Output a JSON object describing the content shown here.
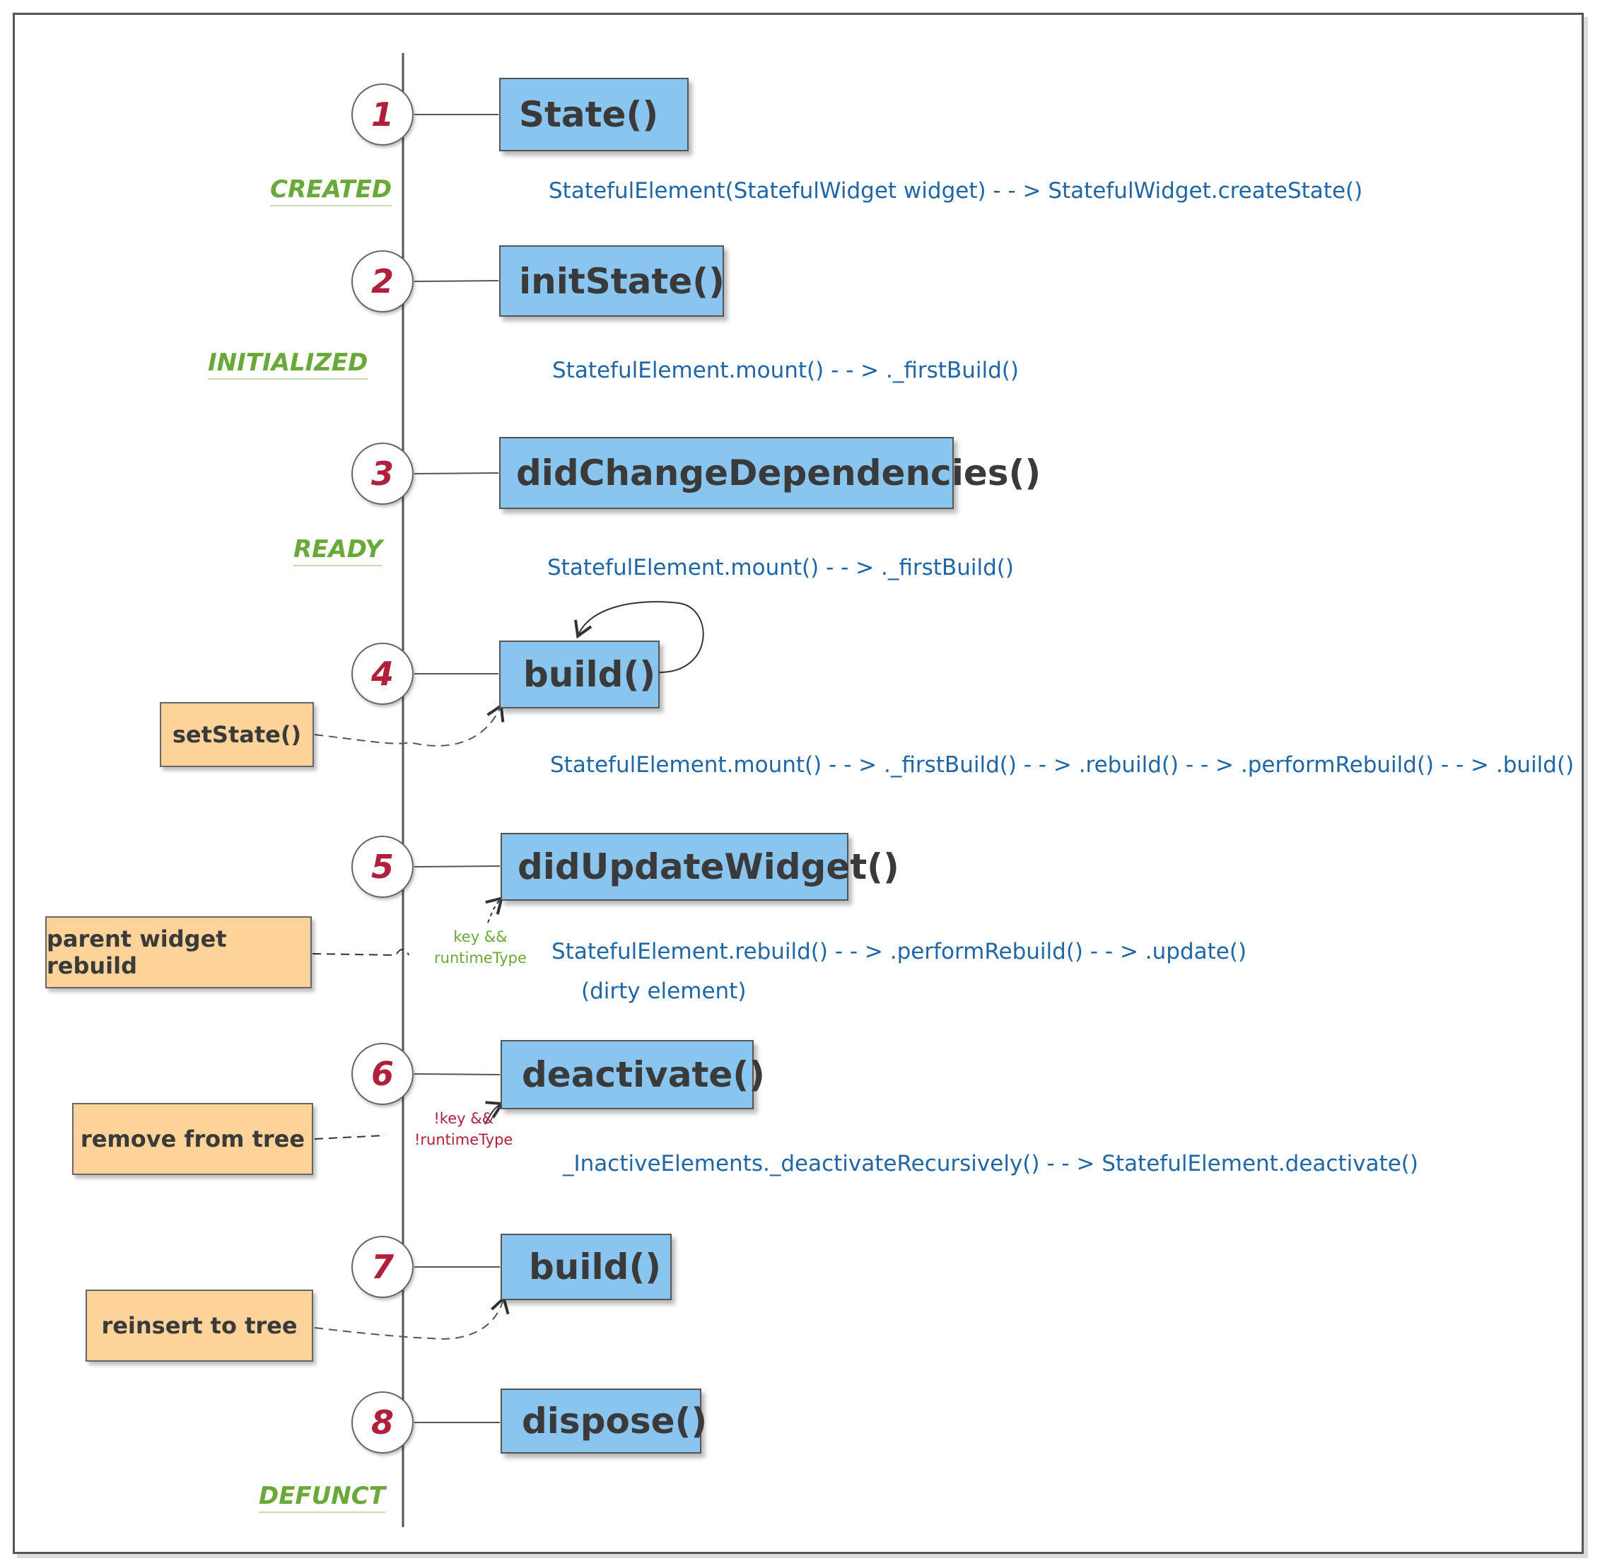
{
  "steps": [
    "1",
    "2",
    "3",
    "4",
    "5",
    "6",
    "7",
    "8"
  ],
  "methods": {
    "state": "State()",
    "init_state": "initState()",
    "did_change_dependencies": "didChangeDependencies()",
    "build": "build()",
    "did_update_widget": "didUpdateWidget()",
    "deactivate": "deactivate()",
    "build_again": "build()",
    "dispose": "dispose()"
  },
  "lifecycle_states": {
    "created": "CREATED",
    "initialized": "INITIALIZED",
    "ready": "READY",
    "defunct": "DEFUNCT"
  },
  "call_chains": {
    "create_state": "StatefulElement(StatefulWidget widget) - - > StatefulWidget.createState()",
    "init_state": "StatefulElement.mount() - - > ._firstBuild()",
    "did_change_dependencies": "StatefulElement.mount() - - > ._firstBuild()",
    "build": "StatefulElement.mount() - - > ._firstBuild() - - >  .rebuild() - - > .performRebuild() - - > .build()",
    "did_update_widget": "StatefulElement.rebuild() - - > .performRebuild() - - > .update()",
    "did_update_widget_note": "(dirty element)",
    "deactivate": "_InactiveElements._deactivateRecursively() - - >  StatefulElement.deactivate()"
  },
  "triggers": {
    "set_state": "setState()",
    "parent_rebuild": "parent widget rebuild",
    "remove_from_tree": "remove from tree",
    "reinsert_to_tree": "reinsert to tree"
  },
  "conditions": {
    "key_match_line1": "key &&",
    "key_match_line2": "runtimeType",
    "key_mismatch_line1": "!key &&",
    "key_mismatch_line2": "!runtimeType"
  },
  "colors": {
    "method_box": "#89c5ee",
    "trigger_box": "#fdd39a",
    "state_label": "#6aa83a",
    "call_text": "#1f66a8",
    "step_number": "#b0203a"
  }
}
